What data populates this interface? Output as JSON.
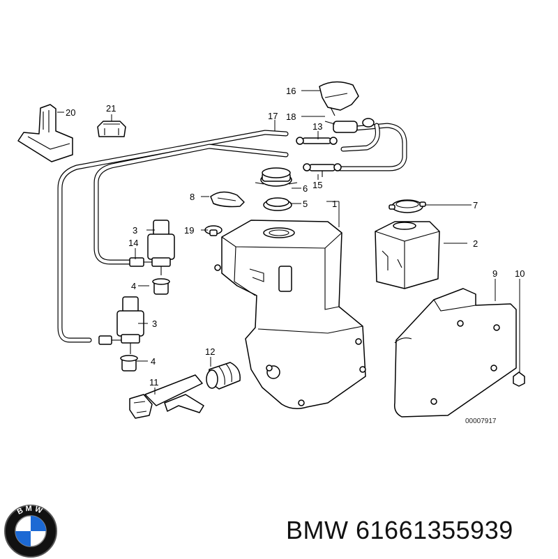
{
  "diagram": {
    "code": "00007917",
    "callouts": {
      "c1": "1",
      "c2": "2",
      "c3a": "3",
      "c3b": "3",
      "c4a": "4",
      "c4b": "4",
      "c5": "5",
      "c6": "6",
      "c7": "7",
      "c8": "8",
      "c9": "9",
      "c10": "10",
      "c11": "11",
      "c12": "12",
      "c13": "13",
      "c14": "14",
      "c15": "15",
      "c16": "16",
      "c17": "17",
      "c18": "18",
      "c19": "19",
      "c20": "20",
      "c21": "21"
    }
  },
  "brand": {
    "logo_text": "BMW",
    "name": "BMW",
    "part_number": "61661355939",
    "colors": {
      "logo_blue": "#1c69d4",
      "logo_ring": "#111111"
    }
  }
}
